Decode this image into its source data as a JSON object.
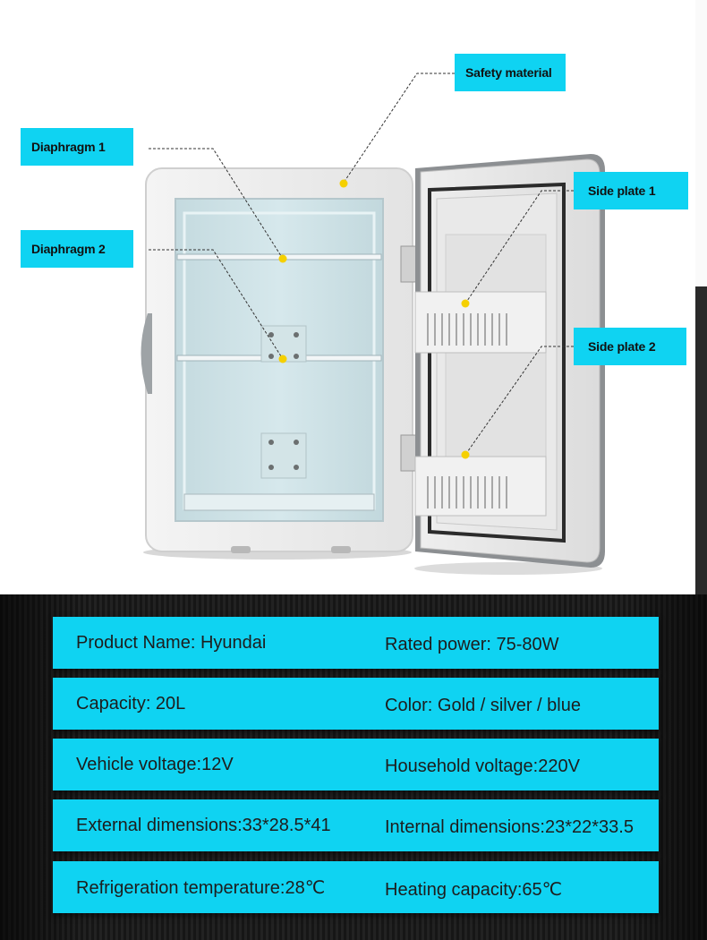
{
  "callouts": {
    "safety_material": "Safety material",
    "diaphragm_1": "Diaphragm 1",
    "diaphragm_2": "Diaphragm 2",
    "side_plate_1": "Side plate 1",
    "side_plate_2": "Side plate 2"
  },
  "specs": [
    {
      "left": "Product Name: Hyundai",
      "right": "Rated power: 75-80W"
    },
    {
      "left": "Capacity: 20L",
      "right": "Color: Gold / silver / blue"
    },
    {
      "left": "Vehicle voltage:12V",
      "right": "Household voltage:220V"
    },
    {
      "left": "External dimensions:33*28.5*41",
      "right": "Internal dimensions:23*22*33.5"
    },
    {
      "left": "Refrigeration temperature:28℃",
      "right": "Heating capacity:65℃"
    }
  ],
  "colors": {
    "accent": "#0fd3f2",
    "marker": "#f5d000",
    "interior": "#cfe3e8"
  }
}
